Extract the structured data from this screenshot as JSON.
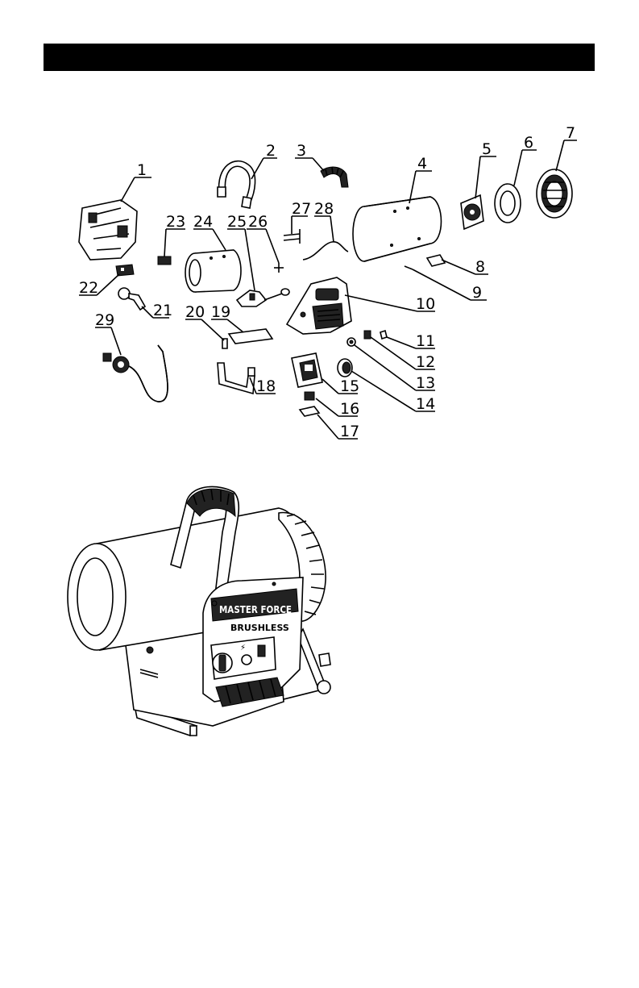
{
  "header": {
    "title": ""
  },
  "callouts": [
    {
      "n": "1"
    },
    {
      "n": "2"
    },
    {
      "n": "3"
    },
    {
      "n": "4"
    },
    {
      "n": "5"
    },
    {
      "n": "6"
    },
    {
      "n": "7"
    },
    {
      "n": "8"
    },
    {
      "n": "9"
    },
    {
      "n": "10"
    },
    {
      "n": "11"
    },
    {
      "n": "12"
    },
    {
      "n": "13"
    },
    {
      "n": "14"
    },
    {
      "n": "15"
    },
    {
      "n": "16"
    },
    {
      "n": "17"
    },
    {
      "n": "18"
    },
    {
      "n": "19"
    },
    {
      "n": "20"
    },
    {
      "n": "21"
    },
    {
      "n": "22"
    },
    {
      "n": "23"
    },
    {
      "n": "24"
    },
    {
      "n": "25"
    },
    {
      "n": "26"
    },
    {
      "n": "27"
    },
    {
      "n": "28"
    },
    {
      "n": "29"
    }
  ],
  "product": {
    "brand": "MASTER FORCE",
    "subtitle": "BRUSHLESS"
  },
  "colors": {
    "bar": "#000000",
    "line": "#000000",
    "background": "#ffffff"
  }
}
